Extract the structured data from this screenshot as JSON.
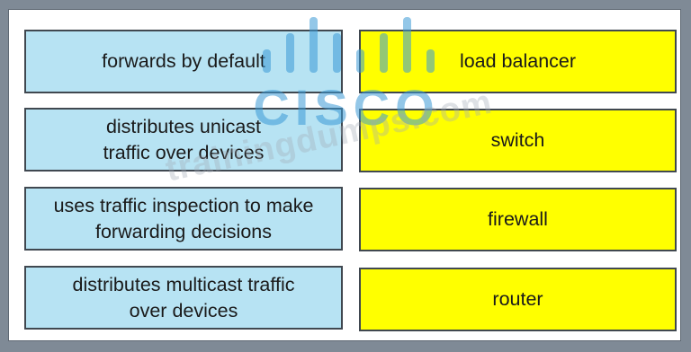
{
  "descriptions": [
    {
      "lines": [
        "forwards by default"
      ]
    },
    {
      "lines": [
        "distributes unicast",
        "traffic over devices"
      ]
    },
    {
      "lines": [
        "uses traffic inspection to make",
        "forwarding decisions"
      ]
    },
    {
      "lines": [
        "distributes multicast traffic",
        "over devices"
      ]
    }
  ],
  "devices": [
    "load balancer",
    "switch",
    "firewall",
    "router"
  ],
  "watermark": {
    "logo_text": "CISCO",
    "url_text": "trainingdumps.com"
  },
  "colors": {
    "description_box": "#b7e3f3",
    "device_box": "#ffff00",
    "frame": "#7f8a96",
    "logo": "#3b9ad6"
  }
}
